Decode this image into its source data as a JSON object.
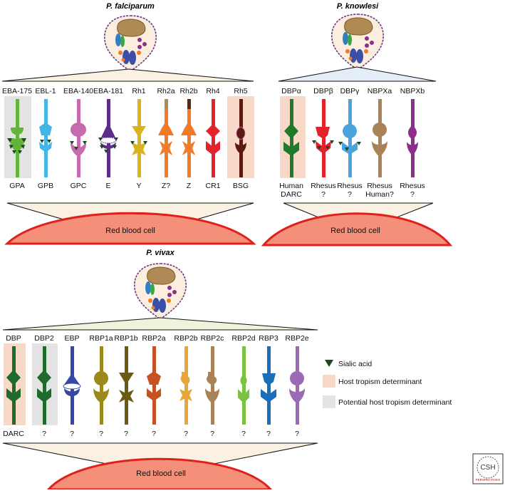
{
  "panels": {
    "falciparum": {
      "species": "P. falciparum",
      "rbc_label": "Red blood cell",
      "ligands": [
        "EBA-175",
        "EBL-1",
        "EBA-140",
        "EBA-181",
        "Rh1",
        "Rh2a",
        "Rh2b",
        "Rh4",
        "Rh5"
      ],
      "receptors": [
        [
          "GPA"
        ],
        [
          "GPB"
        ],
        [
          "GPC"
        ],
        [
          "E"
        ],
        [
          "Y"
        ],
        [
          "Z?"
        ],
        [
          "Z"
        ],
        [
          "CR1"
        ],
        [
          "BSG"
        ]
      ]
    },
    "knowlesi": {
      "species": "P. knowlesi",
      "rbc_label": "Red blood cell",
      "ligands": [
        "DBPα",
        "DBPβ",
        "DBPγ",
        "NBPXa",
        "NBPXb"
      ],
      "receptors": [
        [
          "Human",
          "DARC"
        ],
        [
          "Rhesus",
          "?"
        ],
        [
          "Rhesus",
          "?"
        ],
        [
          "Rhesus",
          "Human?"
        ],
        [
          "Rhesus",
          "?"
        ]
      ]
    },
    "vivax": {
      "species": "P. vivax",
      "rbc_label": "Red blood cell",
      "ligands": [
        "DBP",
        "DBP2",
        "EBP",
        "RBP1a",
        "RBP1b",
        "RBP2a",
        "RBP2b",
        "RBP2c",
        "RBP2d",
        "RBP3",
        "RBP2e"
      ],
      "receptors": [
        [
          "DARC"
        ],
        [
          "?"
        ],
        [
          "?"
        ],
        [
          "?"
        ],
        [
          "?"
        ],
        [
          "?"
        ],
        [
          "?"
        ],
        [
          "?"
        ],
        [
          "?"
        ],
        [
          "?"
        ],
        [
          "?"
        ]
      ]
    }
  },
  "legend": {
    "sialic": "Sialic acid",
    "host": "Host tropism determinant",
    "potential": "Potential host tropism determinant"
  },
  "logo": {
    "text": "CSH",
    "sub": "PERSPECTIVES"
  },
  "colors": {
    "host_box": "#f8d9c8",
    "potential_box": "#e3e3e3",
    "rbc_fill": "#f4907a",
    "rbc_stroke": "#e0201c",
    "sialic": "#1d4a1d"
  }
}
